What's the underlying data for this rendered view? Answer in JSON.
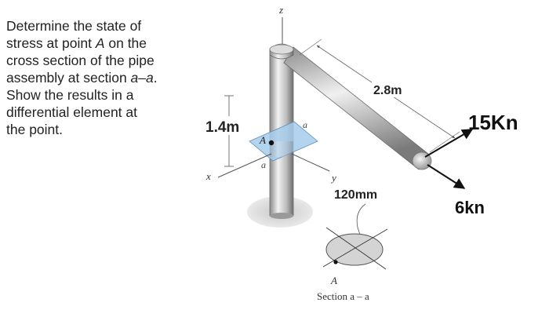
{
  "problem": {
    "lines": [
      {
        "pre": "Determine the state of",
        "em": "",
        "post": ""
      },
      {
        "pre": "stress at point ",
        "em": "A",
        "post": " on the"
      },
      {
        "pre": "cross section of the pipe",
        "em": "",
        "post": ""
      },
      {
        "pre": "assembly at section ",
        "em": "a–a",
        "post": "."
      },
      {
        "pre": "Show the results in a",
        "em": "",
        "post": ""
      },
      {
        "pre": "differential element at",
        "em": "",
        "post": ""
      },
      {
        "pre": "the point.",
        "em": "",
        "post": ""
      }
    ]
  },
  "figure": {
    "axis_z": "z",
    "axis_x": "x",
    "axis_y": "y",
    "point_label": "A",
    "section_mark_top": "a",
    "section_mark_bottom": "a",
    "height_dim": "1.4m",
    "arm_dim": "2.8m",
    "force_up": "15Kn",
    "force_down": "6kn",
    "diameter": "120mm",
    "section_point": "A",
    "section_caption": "Section a – a"
  },
  "colors": {
    "plane": "#a6cdec",
    "pipe_mid": "#c9c9c9",
    "pipe_dark": "#7d7d7d",
    "shadow": "#d6d6d6"
  }
}
